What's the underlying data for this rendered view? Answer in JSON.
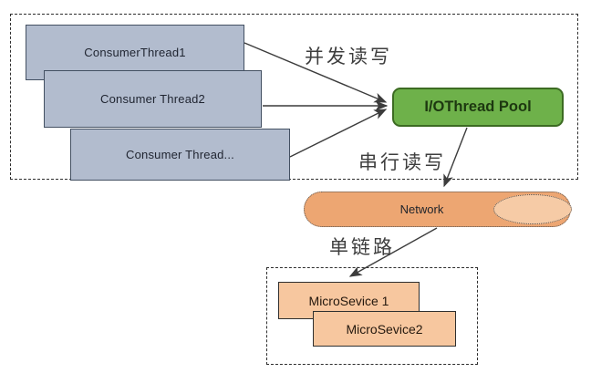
{
  "consumer_group": {
    "threads": [
      "ConsumerThread1",
      "Consumer Thread2",
      "Consumer Thread..."
    ]
  },
  "annotations": {
    "concurrent_rw": "并发读写",
    "serial_rw": "串行读写",
    "single_link": "单链路"
  },
  "thread_pool": {
    "label": "I/OThread Pool"
  },
  "network": {
    "label": "Network"
  },
  "microservice_group": {
    "services": [
      "MicroSevice 1",
      "MicroSevice2"
    ]
  },
  "colors": {
    "consumer_box_fill": "#b2bcce",
    "consumer_box_border": "#435062",
    "pool_fill": "#6eb14a",
    "pool_border": "#3c6b22",
    "pool_text": "#1d3810",
    "network_fill": "#eda672",
    "network_cap_fill": "#f6cba6",
    "service_fill": "#f7c79f",
    "arrow": "#3c3c3c"
  }
}
